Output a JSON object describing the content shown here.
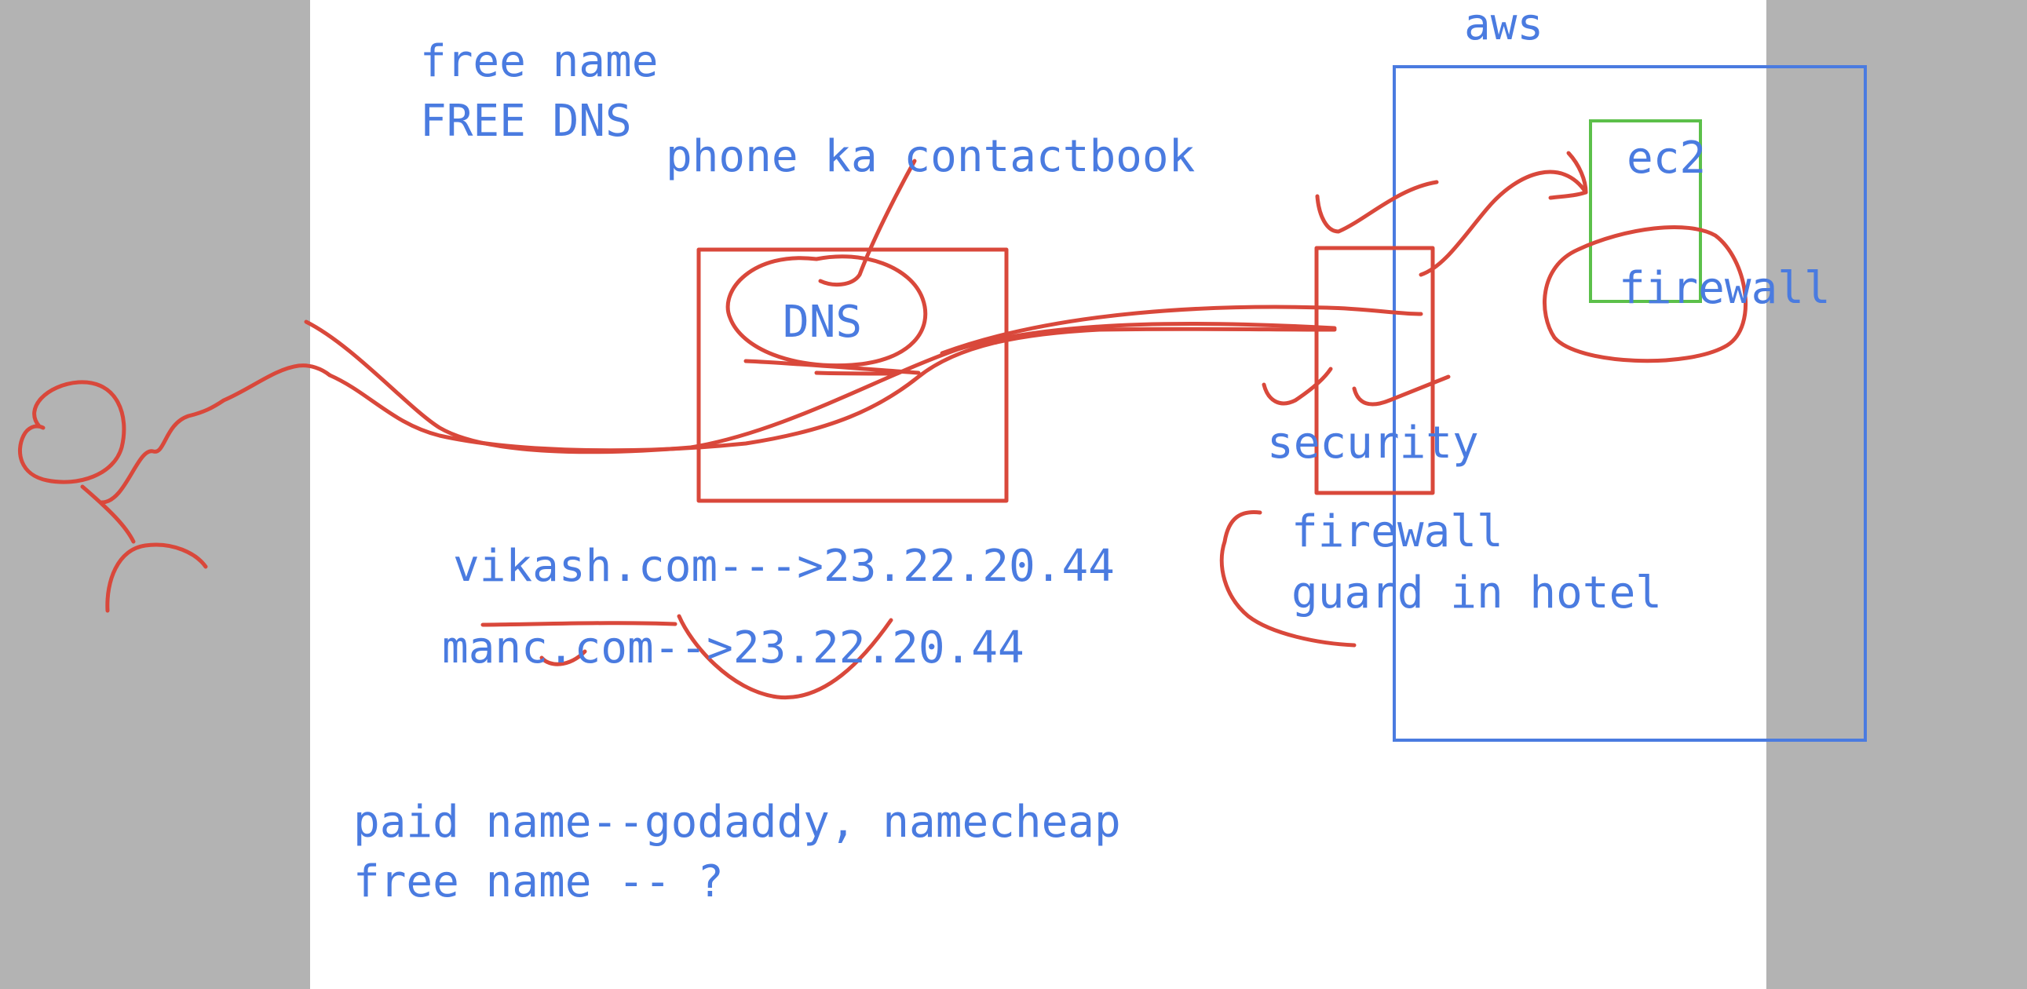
{
  "colors": {
    "background_margin": "#b3b3b3",
    "canvas": "#ffffff",
    "text_blue": "#4a7be0",
    "ink_red": "#d9483b",
    "box_green": "#5cc04a"
  },
  "labels": {
    "aws": "aws",
    "free_name": "free name",
    "free_dns": "FREE DNS",
    "phone_contactbook": "phone ka contactbook",
    "ec2": "ec2",
    "firewall_ec2": "firewall",
    "dns": "DNS",
    "security": "security",
    "firewall": "firewall",
    "guard_in_hotel": "guard in hotel",
    "vikash_mapping": "vikash.com--->23.22.20.44",
    "manc_mapping": "manc.com-->23.22.20.44",
    "paid_name": "paid name--godaddy, namecheap",
    "free_name_question": "free name -- ?"
  }
}
